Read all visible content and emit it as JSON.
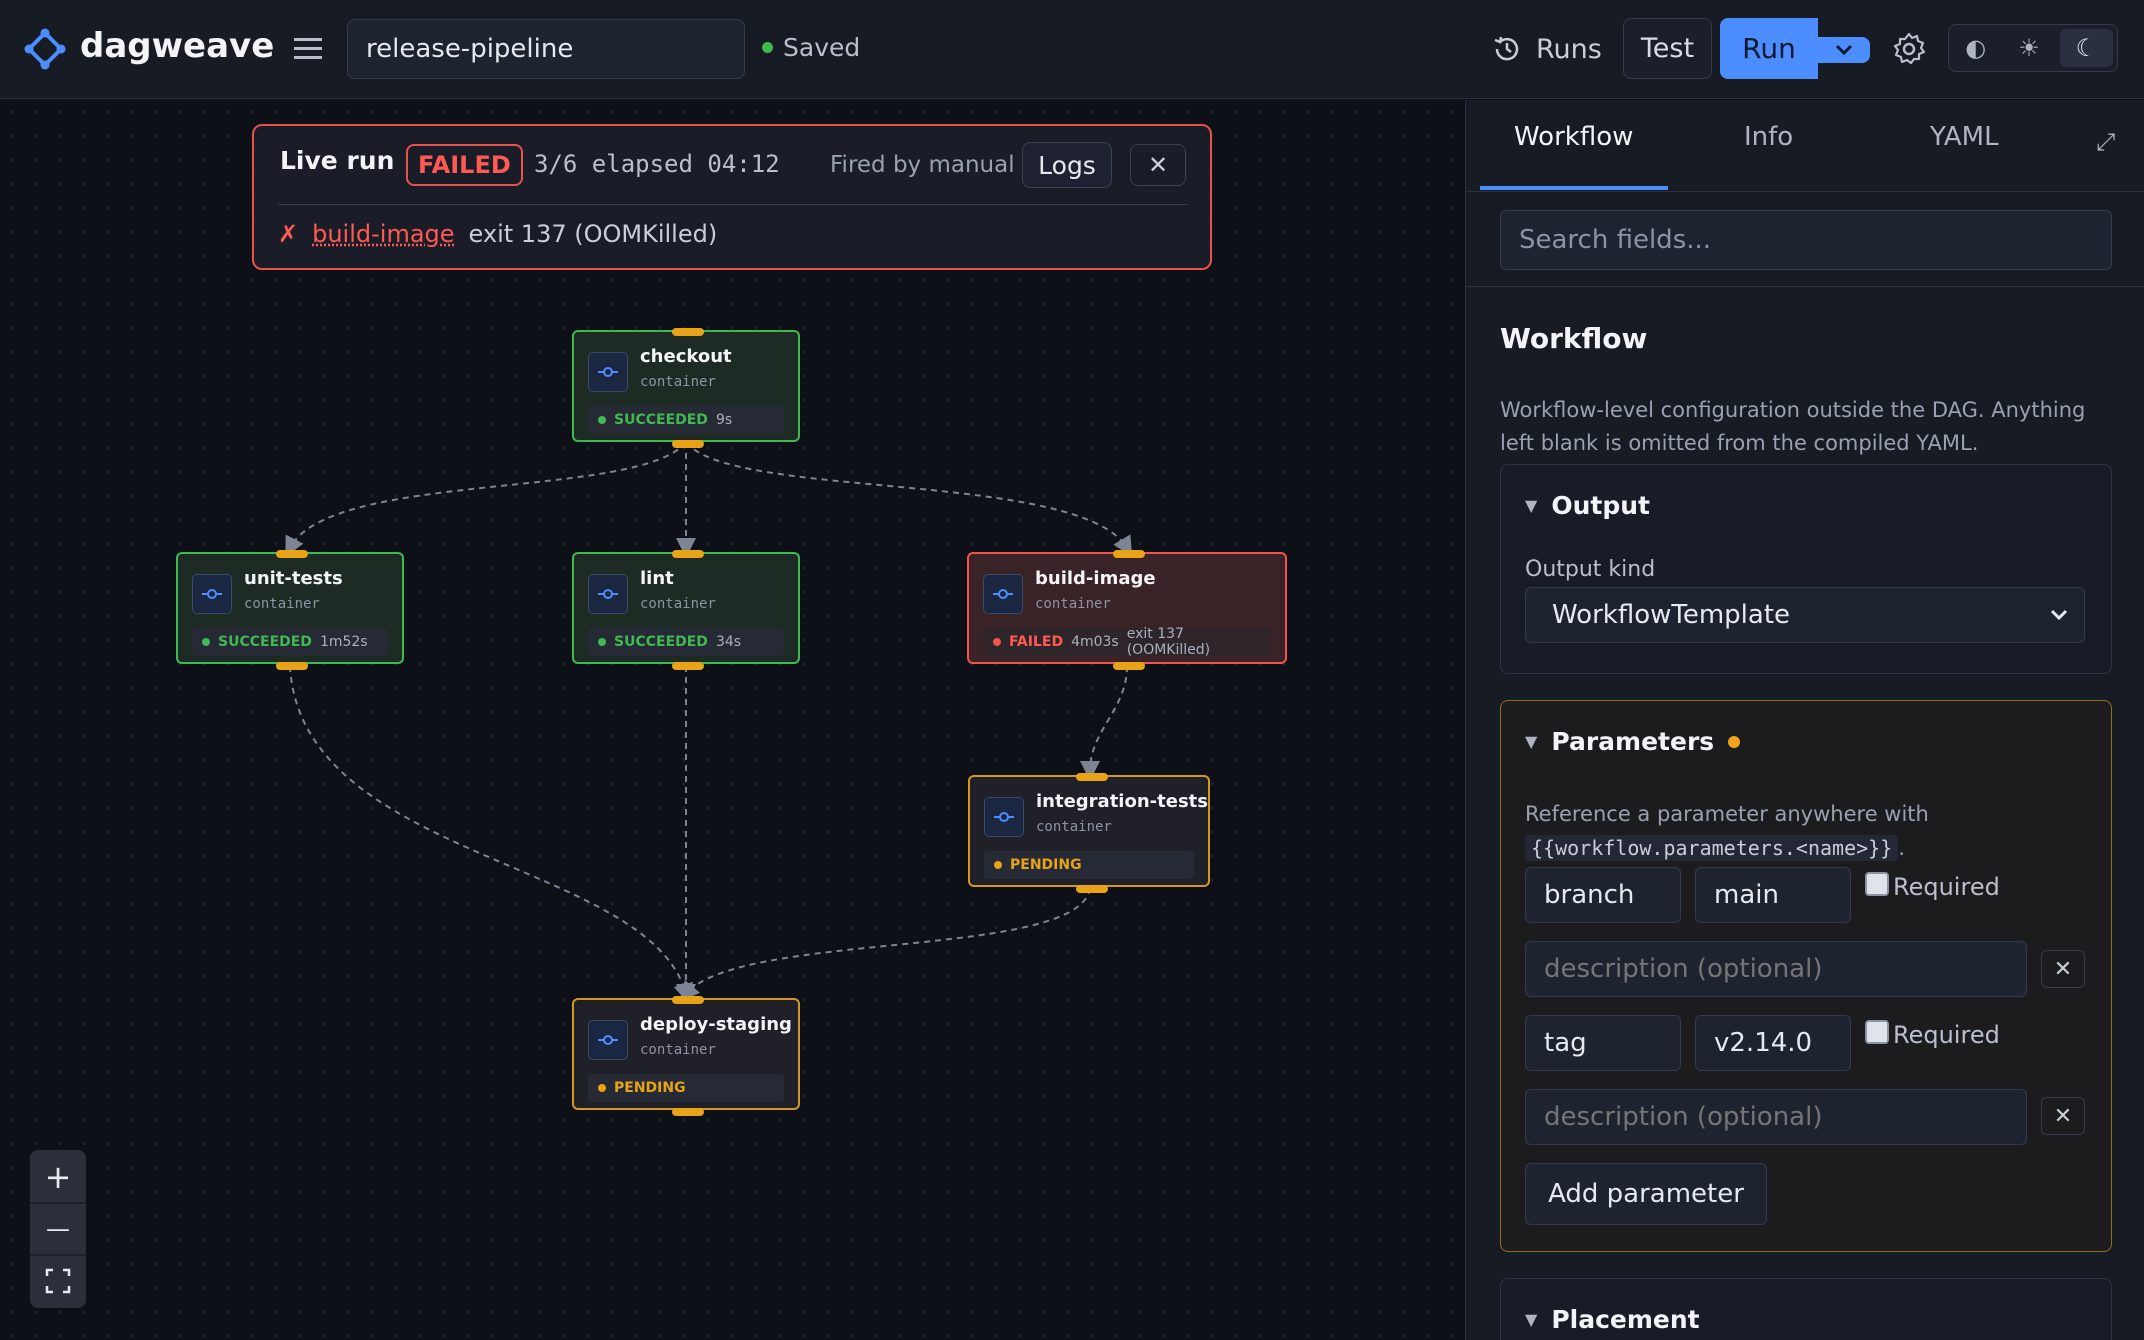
{
  "app": {
    "name": "dagweave",
    "workflow_name": "release-pipeline",
    "save_status": "Saved"
  },
  "toolbar": {
    "runs_label": "Runs",
    "test_label": "Test",
    "run_label": "Run",
    "theme_options": [
      "◐",
      "☀",
      "☾"
    ]
  },
  "banner": {
    "title": "Live run",
    "status": "FAILED",
    "progress": "3/6 elapsed 04:12",
    "fired_by": "Fired by manual",
    "logs_label": "Logs",
    "close_label": "✕",
    "error_mark": "✗",
    "error_node": "build-image",
    "error_text": "exit 137 (OOMKilled)"
  },
  "nodes": [
    {
      "name": "checkout",
      "type": "container",
      "status": "SUCCEEDED",
      "duration": "9s"
    },
    {
      "name": "unit-tests",
      "type": "container",
      "status": "SUCCEEDED",
      "duration": "1m52s"
    },
    {
      "name": "lint",
      "type": "container",
      "status": "SUCCEEDED",
      "duration": "34s"
    },
    {
      "name": "build-image",
      "type": "container",
      "status": "FAILED",
      "duration": "4m03s",
      "detail": "exit 137 (OOMKilled)"
    },
    {
      "name": "integration-tests",
      "type": "container",
      "status": "PENDING",
      "duration": ""
    },
    {
      "name": "deploy-staging",
      "type": "container",
      "status": "PENDING",
      "duration": ""
    }
  ],
  "status_colors": {
    "SUCCEEDED": "#3fb950",
    "FAILED": "#f0544c",
    "PENDING": "#e8a317"
  },
  "zoom": {
    "in": "+",
    "out": "—"
  },
  "panel": {
    "tabs": [
      "Workflow",
      "Info",
      "YAML"
    ],
    "active_tab": "Workflow",
    "search_placeholder": "Search fields...",
    "section_title": "Workflow",
    "section_desc": "Workflow-level configuration outside the DAG. Anything left blank is omitted from the compiled YAML.",
    "output": {
      "title": "Output",
      "kind_label": "Output kind",
      "kind_value": "WorkflowTemplate"
    },
    "parameters": {
      "title": "Parameters",
      "note_prefix": "Reference a parameter anywhere with",
      "note_code": "{{workflow.parameters.<name>}}",
      "note_suffix": ".",
      "items": [
        {
          "name": "branch",
          "value": "main",
          "required_label": "Required",
          "description_placeholder": "description (optional)",
          "delete_label": "✕"
        },
        {
          "name": "tag",
          "value": "v2.14.0",
          "required_label": "Required",
          "description_placeholder": "description (optional)",
          "delete_label": "✕"
        }
      ],
      "add_label": "Add parameter"
    },
    "placement": {
      "title": "Placement"
    }
  }
}
